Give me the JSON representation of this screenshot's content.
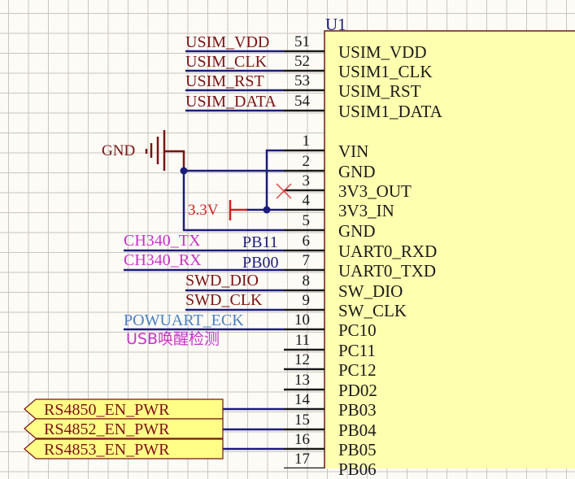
{
  "component": {
    "designator": "U1",
    "body_color": "#ffffb0",
    "pins": [
      {
        "num": "51",
        "name": "USIM_VDD"
      },
      {
        "num": "52",
        "name": "USIM1_CLK"
      },
      {
        "num": "53",
        "name": "USIM_RST"
      },
      {
        "num": "54",
        "name": "USIM1_DATA"
      },
      {
        "num": "1",
        "name": "VIN"
      },
      {
        "num": "2",
        "name": "GND"
      },
      {
        "num": "3",
        "name": "3V3_OUT"
      },
      {
        "num": "4",
        "name": "3V3_IN"
      },
      {
        "num": "5",
        "name": "GND"
      },
      {
        "num": "6",
        "name": "UART0_RXD"
      },
      {
        "num": "7",
        "name": "UART0_TXD"
      },
      {
        "num": "8",
        "name": "SW_DIO"
      },
      {
        "num": "9",
        "name": "SW_CLK"
      },
      {
        "num": "10",
        "name": "PC10"
      },
      {
        "num": "11",
        "name": "PC11"
      },
      {
        "num": "12",
        "name": "PC12"
      },
      {
        "num": "13",
        "name": "PD02"
      },
      {
        "num": "14",
        "name": "PB03"
      },
      {
        "num": "15",
        "name": "PB04"
      },
      {
        "num": "16",
        "name": "PB05"
      },
      {
        "num": "17",
        "name": "PB06"
      }
    ]
  },
  "net_labels": {
    "usim_vdd": "USIM_VDD",
    "usim_clk": "USIM_CLK",
    "usim_rst": "USIM_RST",
    "usim_data": "USIM_DATA",
    "ch340_tx": "CH340_TX",
    "ch340_rx": "CH340_RX",
    "swd_dio": "SWD_DIO",
    "swd_clk": "SWD_CLK",
    "powuart_eck": "POWUART_ECK",
    "usb_wake": "USB唤醒检测",
    "pb11": "PB11",
    "pb00": "PB00"
  },
  "power": {
    "gnd": "GND",
    "v33": "3.3V"
  },
  "ports": [
    {
      "label": "RS4850_EN_PWR"
    },
    {
      "label": "RS4852_EN_PWR"
    },
    {
      "label": "RS4853_EN_PWR"
    }
  ],
  "no_connect_pin": "3",
  "colors": {
    "wire": "#1c1c7a",
    "pin_line": "#1a1a1a",
    "net_label_dark": "#7a1414",
    "net_label_magenta": "#c832c8",
    "net_label_blue": "#4a80c0",
    "power_red": "#cc2222",
    "port_fill": "#ffff88",
    "component_fill": "#ffffb0"
  }
}
